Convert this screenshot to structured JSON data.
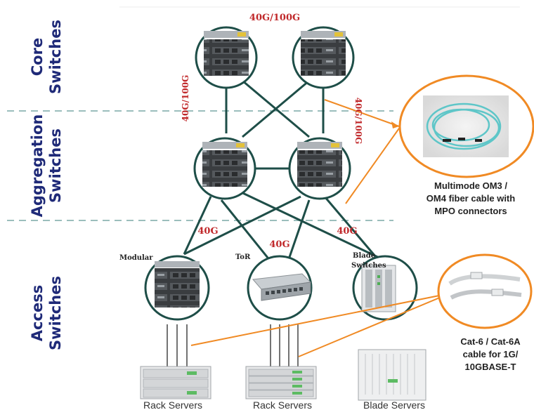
{
  "layers": {
    "core": "Core Switches",
    "aggregation": "Aggregation Switches",
    "access": "Access Switches"
  },
  "speeds": {
    "core_top": "40G/100G",
    "core_agg_left": "40G/100G",
    "core_agg_right": "40G/100G",
    "agg_access_left": "40G",
    "agg_access_mid": "40G",
    "agg_access_right": "40G"
  },
  "access_types": {
    "modular": "Modular",
    "tor": "ToR",
    "blade_line1": "Blade",
    "blade_line2": "Switches"
  },
  "servers": {
    "left": "Rack Servers",
    "mid": "Rack Servers",
    "right": "Blade Servers"
  },
  "cables": {
    "fiber_line1": "Multimode OM3 /",
    "fiber_line2": "OM4 fiber cable with",
    "fiber_line3": "MPO connectors",
    "copper_line1": "Cat-6 / Cat-6A",
    "copper_line2": "cable for 1G/",
    "copper_line3": "10GBASE-T"
  },
  "colors": {
    "link": "#1e4e48",
    "callout": "#f08a24",
    "speed": "#c0282a",
    "layer_text": "#1f2a78",
    "fiber": "#5ec6c8"
  }
}
